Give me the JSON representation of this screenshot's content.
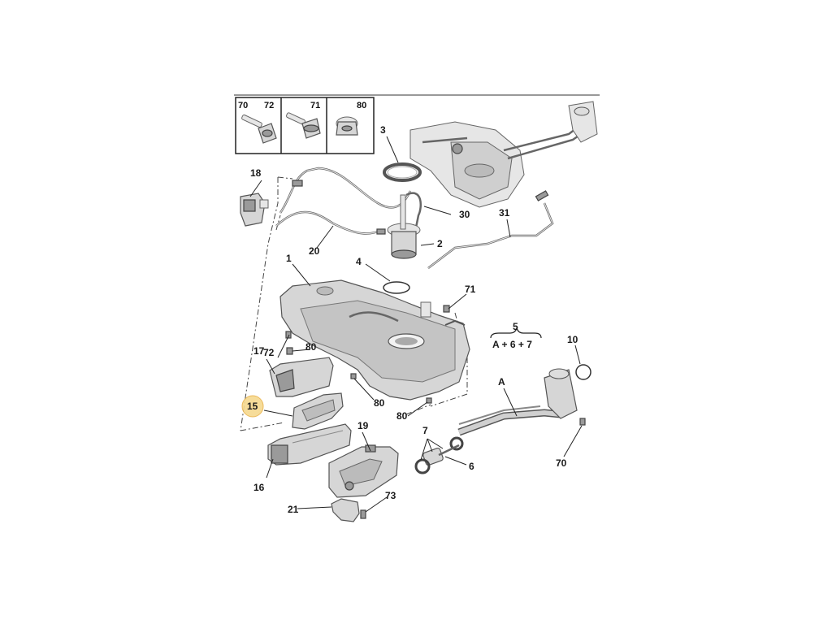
{
  "hardware_box": {
    "labels": [
      "70",
      "72",
      "71",
      "80"
    ]
  },
  "callouts": {
    "c1": "1",
    "c2": "2",
    "c3": "3",
    "c4": "4",
    "c5": "5",
    "c5_formula": "A + 6 + 7",
    "c6": "6",
    "c7": "7",
    "c10": "10",
    "c15": "15",
    "c16": "16",
    "c17": "17",
    "c18": "18",
    "c19": "19",
    "c20": "20",
    "c21": "21",
    "c30": "30",
    "c31": "31",
    "c70": "70",
    "c71": "71",
    "c72": "72",
    "c73": "73",
    "c80a": "80",
    "c80b": "80",
    "c80c": "80",
    "cA": "A"
  },
  "highlight": {
    "part": "15",
    "color": "#f6d98f"
  }
}
